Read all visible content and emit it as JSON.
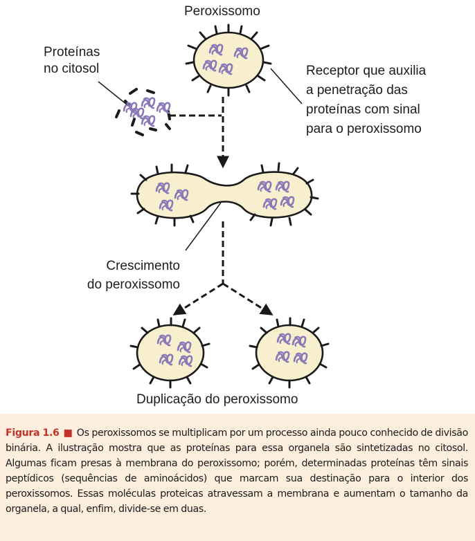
{
  "labels": {
    "peroxissomo": "Peroxissomo",
    "proteinas_l1": "Proteínas",
    "proteinas_l2": "no citosol",
    "receptor_l1": "Receptor que auxilia",
    "receptor_l2": "a penetração das",
    "receptor_l3": "proteínas com sinal",
    "receptor_l4": "para o peroxissomo",
    "crescimento_l1": "Crescimento",
    "crescimento_l2": "do peroxissomo",
    "duplicacao": "Duplicação do peroxissomo"
  },
  "caption": {
    "figure_label": "Figura 1.6",
    "bullet": "■",
    "text": "Os peroxissomos se multiplicam por um processo ainda pouco conhecido de divisão binária. A ilustração mostra que as proteínas para essa organela são sintetizadas no citosol. Algumas ficam presas à membrana do peroxissomo; porém, determinadas proteínas têm sinais peptídicos (sequências de aminoácidos) que marcam sua destinação para o interior dos peroxissomos. Essas moléculas proteicas atravessam a membrana e aumentam o tamanho da organela, a qual, enfim, divide-se em duas."
  },
  "colors": {
    "organelle_fill": "#f8efcf",
    "protein": "#8a78b8",
    "outline": "#1a1a1a",
    "caption_bg": "#fdeedd",
    "figure_label": "#c2342a"
  },
  "icons": [
    "peroxisome-organelle",
    "protein-squiggle",
    "receptor-spike",
    "dashed-arrow"
  ]
}
